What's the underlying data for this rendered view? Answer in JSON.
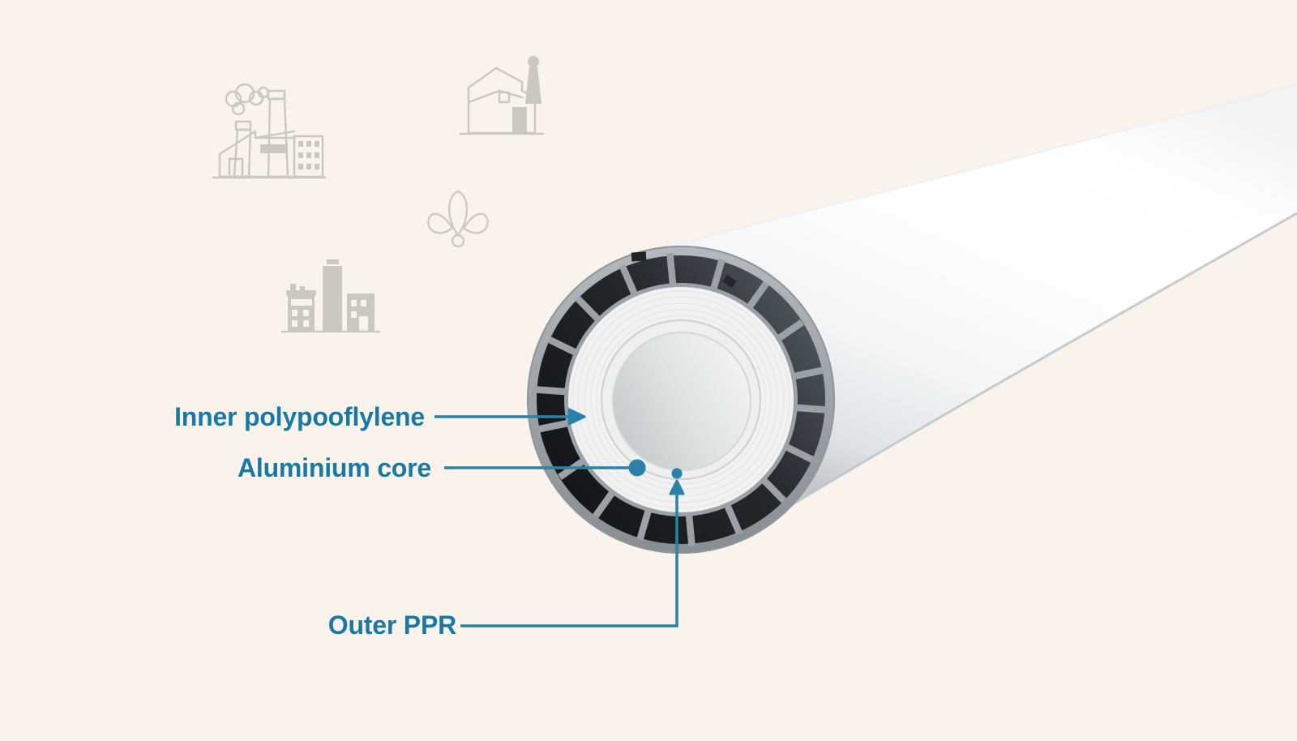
{
  "page": {
    "kind": "pipe-layers-illustration"
  },
  "palette": {
    "accent_text": "#1879a4",
    "leader_line": "#2a82a8",
    "icon_gray": "#cbc8c2",
    "page_bg": "#f9f3eb",
    "rim_gray": "#a9afb5",
    "cell_dark": "#1b1e22",
    "layer_white": "#f1f2f1",
    "bore_gray": "#cfd3d4",
    "pipe_white": "#fdfdfd"
  },
  "labels": {
    "inner": {
      "text": "Inner polypooflylene"
    },
    "core": {
      "text": "Aluminium core"
    },
    "outer": {
      "text": "Outer PPR"
    }
  },
  "icons": {
    "factory": "factory-icon",
    "warehouse": "warehouse-icon",
    "loop": "loop-ornament-icon",
    "city": "city-buildings-icon"
  }
}
